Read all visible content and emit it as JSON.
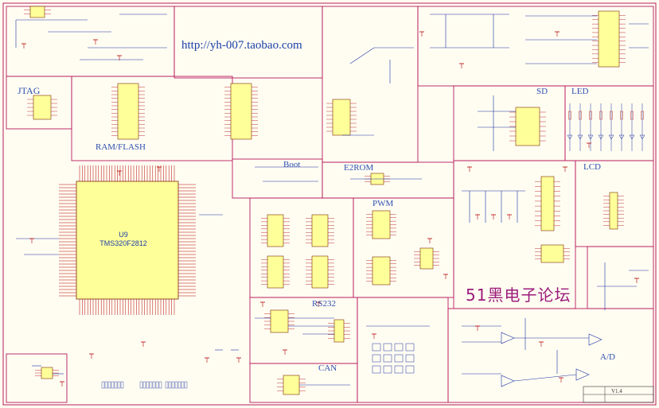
{
  "website": "http://yh-007.taobao.com",
  "forum": "51黑电子论坛",
  "section_labels": {
    "jtag": "JTAG",
    "ram_flash": "RAM/FLASH",
    "boot": "Boot",
    "e2rom": "E2ROM",
    "pwm": "PWM",
    "sd": "SD",
    "led": "LED",
    "lcd": "LCD",
    "rs232": "RS232",
    "can": "CAN",
    "ad": "A/D"
  },
  "main_chip": {
    "designator": "U9",
    "part": "TMS320F2812"
  },
  "title_block": {
    "revision": "V1.4"
  },
  "colors": {
    "border": "#b81a5e",
    "wire": "#1a2fa0",
    "chip_fill": "#ffff9a",
    "pin": "#b00000",
    "text": "#2f4fb0"
  }
}
